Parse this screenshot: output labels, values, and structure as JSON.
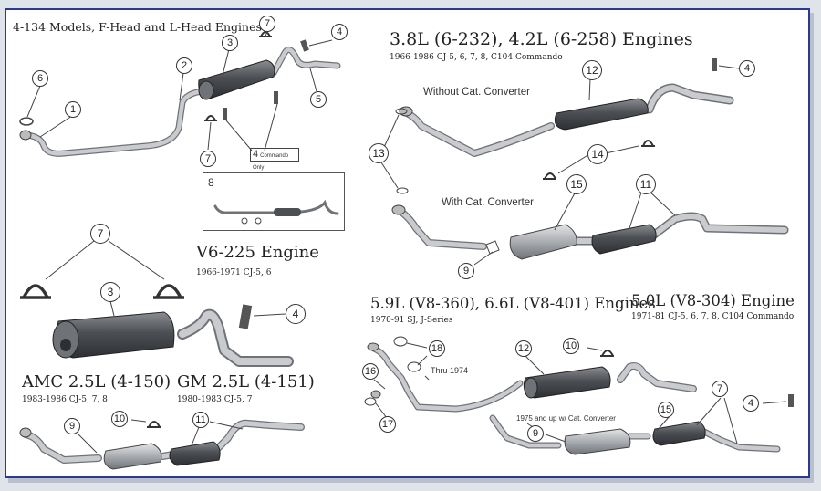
{
  "sections": {
    "s1": {
      "title": "4-134 Models, F-Head and L-Head Engines"
    },
    "s2": {
      "title": "3.8L (6-232), 4.2L (6-258) Engines",
      "subtitle": "1966-1986 CJ-5, 6, 7, 8, C104 Commando"
    },
    "s3": {
      "title": "V6-225 Engine",
      "subtitle": "1966-1971 CJ-5, 6"
    },
    "s4": {
      "title": "AMC 2.5L (4-150)",
      "subtitle": "1983-1986 CJ-5, 7, 8"
    },
    "s5": {
      "title": "GM 2.5L (4-151)",
      "subtitle": "1980-1983 CJ-5, 7"
    },
    "s6": {
      "title": "5.9L (V8-360), 6.6L (V8-401) Engines",
      "subtitle": "1970-91 SJ, J-Series"
    },
    "s7": {
      "title": "5.0L (V8-304) Engine",
      "subtitle": "1971-81 CJ-5, 6, 7, 8, C104 Commando"
    }
  },
  "labels": {
    "without_cat": "Without Cat. Converter",
    "with_cat": "With Cat. Converter",
    "thru_1974": "Thru 1974",
    "after_1975": "1975 and up w/ Cat. Converter",
    "box4_num": "4",
    "box4_text": "Commando Only",
    "box8_num": "8"
  },
  "callouts": {
    "s1_n1": "1",
    "s1_n2": "2",
    "s1_n3": "3",
    "s1_n4": "4",
    "s1_n5": "5",
    "s1_n6": "6",
    "s1_n7a": "7",
    "s1_n7b": "7",
    "s2_n4": "4",
    "s2_n9": "9",
    "s2_n11": "11",
    "s2_n12": "12",
    "s2_n13": "13",
    "s2_n14": "14",
    "s2_n15": "15",
    "s3_n3": "3",
    "s3_n4": "4",
    "s3_n7": "7",
    "s4_n9": "9",
    "s4_n10": "10",
    "s4_n11": "11",
    "s6_n4": "4",
    "s6_n7": "7",
    "s6_n9": "9",
    "s6_n10": "10",
    "s6_n12": "12",
    "s6_n15": "15",
    "s6_n16": "16",
    "s6_n17": "17",
    "s6_n18": "18"
  },
  "colors": {
    "frame": "#2b3a8f",
    "pipe": "#b9bcc0",
    "pipe_edge": "#6f7378",
    "muffler": "#4c4f54"
  }
}
